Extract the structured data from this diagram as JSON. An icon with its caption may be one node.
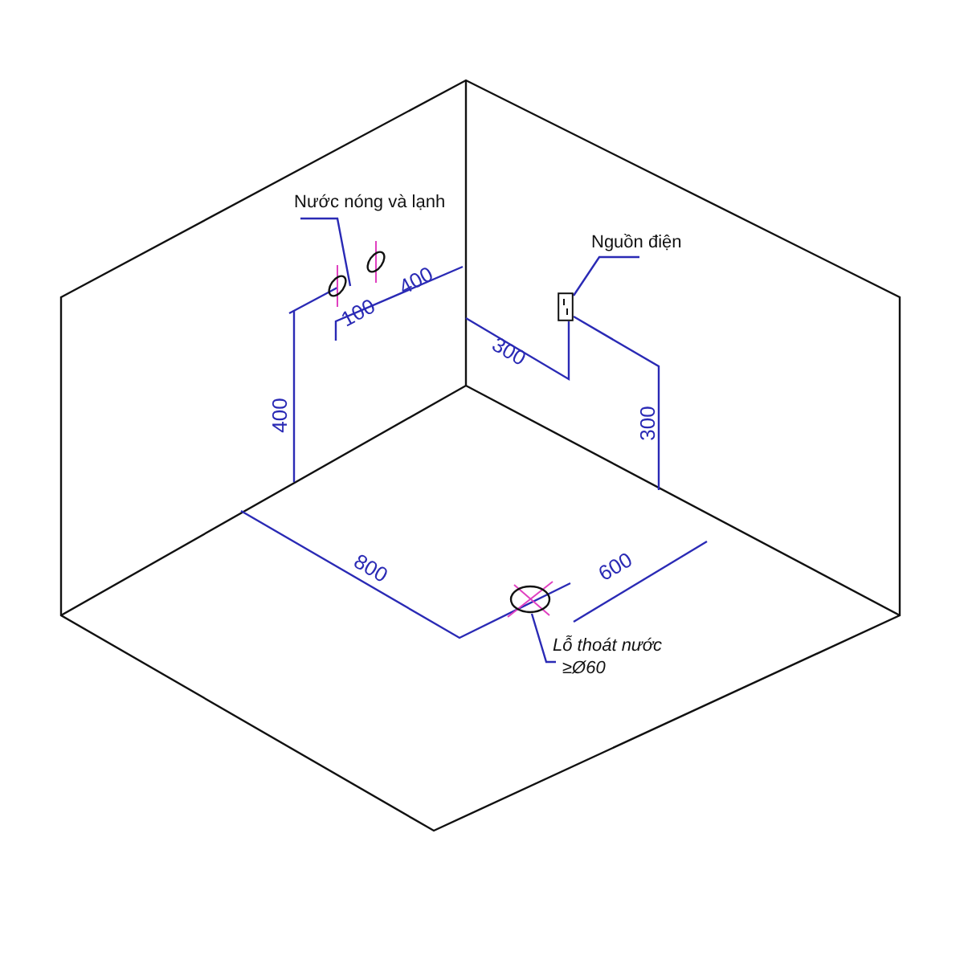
{
  "diagram": {
    "nodes": [
      {
        "text": [
          "Nước nóng và lạnh"
        ]
      },
      {
        "text": [],
        "shape": "circle"
      },
      {
        "text": [],
        "shape": "circle"
      },
      {
        "text": [
          "Nguồn điện"
        ]
      },
      {
        "text": [],
        "shape": "box"
      },
      {
        "text": [
          "Lỗ thoát nước",
          "≥Ø60"
        ]
      },
      {
        "text": [],
        "shape": "circle"
      }
    ],
    "edges": [
      {
        "from": 0,
        "to": 1,
        "arrow": "none"
      },
      {
        "from": 3,
        "to": 4,
        "arrow": "none"
      },
      {
        "from": 5,
        "to": 6,
        "arrow": "none"
      }
    ],
    "labels": [
      "100",
      "400",
      "400",
      "300",
      "300",
      "800",
      "600"
    ]
  }
}
